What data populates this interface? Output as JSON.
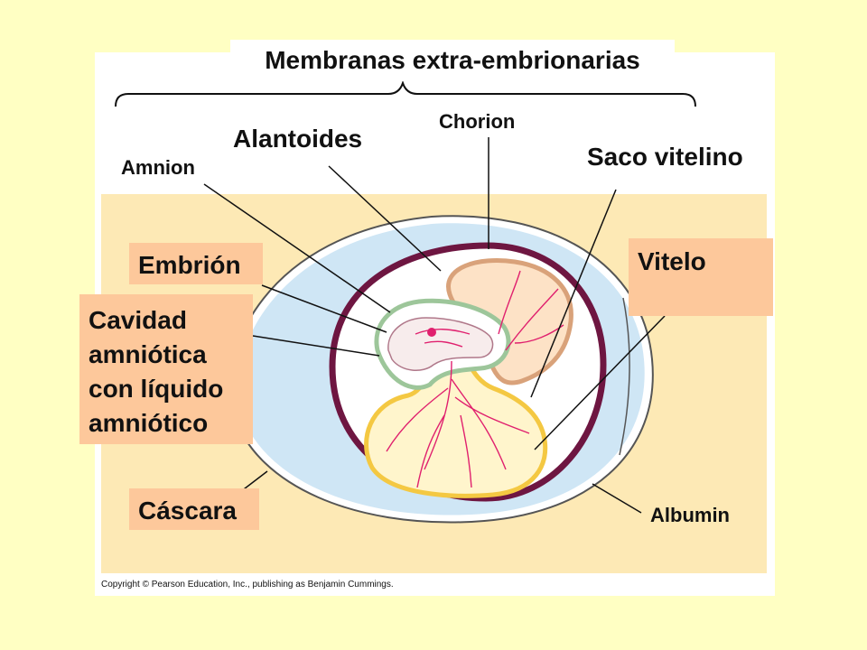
{
  "title": "Membranas extra-embrionarias",
  "labels": {
    "chorion": "Chorion",
    "alantoides": "Alantoides",
    "amnion": "Amnion",
    "saco_vitelino": "Saco vitelino",
    "albumin": "Albumin"
  },
  "boxes": {
    "embrion": "Embrión",
    "cavidad_line1": "Cavidad",
    "cavidad_line2": "amniótica",
    "cavidad_line3": "con líquido",
    "cavidad_line4": "amniótico",
    "vitelo": "Vitelo",
    "cascara": "Cáscara"
  },
  "copyright": "Copyright © Pearson Education, Inc., publishing as Benjamin Cummings.",
  "colors": {
    "background": "#ffffc3",
    "panel": "#ffffff",
    "inner_area": "#fde9b5",
    "label_box": "#fdc89b",
    "albumin": "#cfe6f5",
    "chorion": "#6e1641",
    "yolk_sac": "#f4c842",
    "allantois": "#d9a27a",
    "amnion": "#9dc69a",
    "vessels": "#e0206e"
  }
}
